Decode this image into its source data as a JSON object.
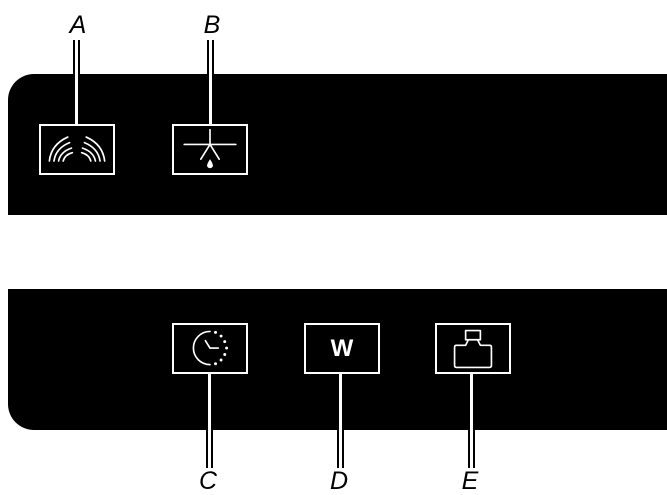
{
  "callouts": {
    "a": "A",
    "b": "B",
    "c": "C",
    "d": "D",
    "e": "E"
  },
  "buttons": {
    "d_label": "W"
  },
  "icons": {
    "a": "spray-arms-icon",
    "b": "rinse-aid-icon",
    "c": "delay-timer-icon",
    "d": "w-letter-icon",
    "e": "weight-icon"
  },
  "colors": {
    "panel": "#000000",
    "icon": "#ffffff",
    "background": "#ffffff"
  }
}
